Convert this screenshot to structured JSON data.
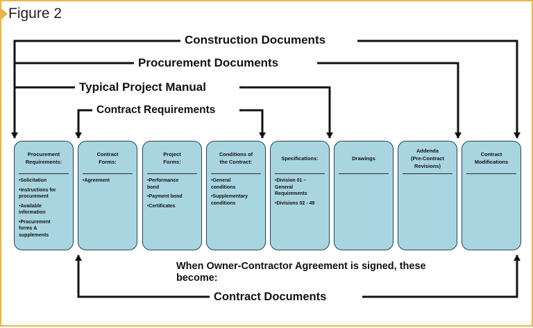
{
  "figure_label": "Figure 2",
  "labels": {
    "construction_documents": "Construction Documents",
    "procurement_documents": "Procurement Documents",
    "typical_project_manual": "Typical Project Manual",
    "contract_requirements": "Contract Requirements",
    "contract_documents": "Contract Documents"
  },
  "caption": "When Owner-Contractor Agreement is signed, these become:",
  "boxes": [
    {
      "title": "Procurement\nRequirements:",
      "items": [
        "•Solicitation",
        "•Instructions for\nprocurement",
        "•Available\ninformation",
        "•Procurement\nforms &\nsupplements"
      ]
    },
    {
      "title": "Contract\nForms:",
      "items": [
        "•Agreement"
      ]
    },
    {
      "title": "Project\nForms:",
      "items": [
        "•Performance\nbond",
        "•Payment bond",
        "•Certificates"
      ]
    },
    {
      "title": "Conditions of\nthe Contract:",
      "items": [
        "•General\nconditions",
        "•Supplementary\nconditions"
      ]
    },
    {
      "title": "Specifications:",
      "items": [
        "•Division 01 –\nGeneral\nRequirements",
        "•Divisions 02 - 49"
      ]
    },
    {
      "title": "Drawings",
      "items": []
    },
    {
      "title": "Addenda\n(Pre-Contract\nRevisions)",
      "items": []
    },
    {
      "title": "Contract\nModifications",
      "items": []
    }
  ],
  "colors": {
    "box_fill": "#a9d5e0",
    "box_border": "#24424a",
    "frame_border": "#e8b64a",
    "line": "#111111"
  }
}
